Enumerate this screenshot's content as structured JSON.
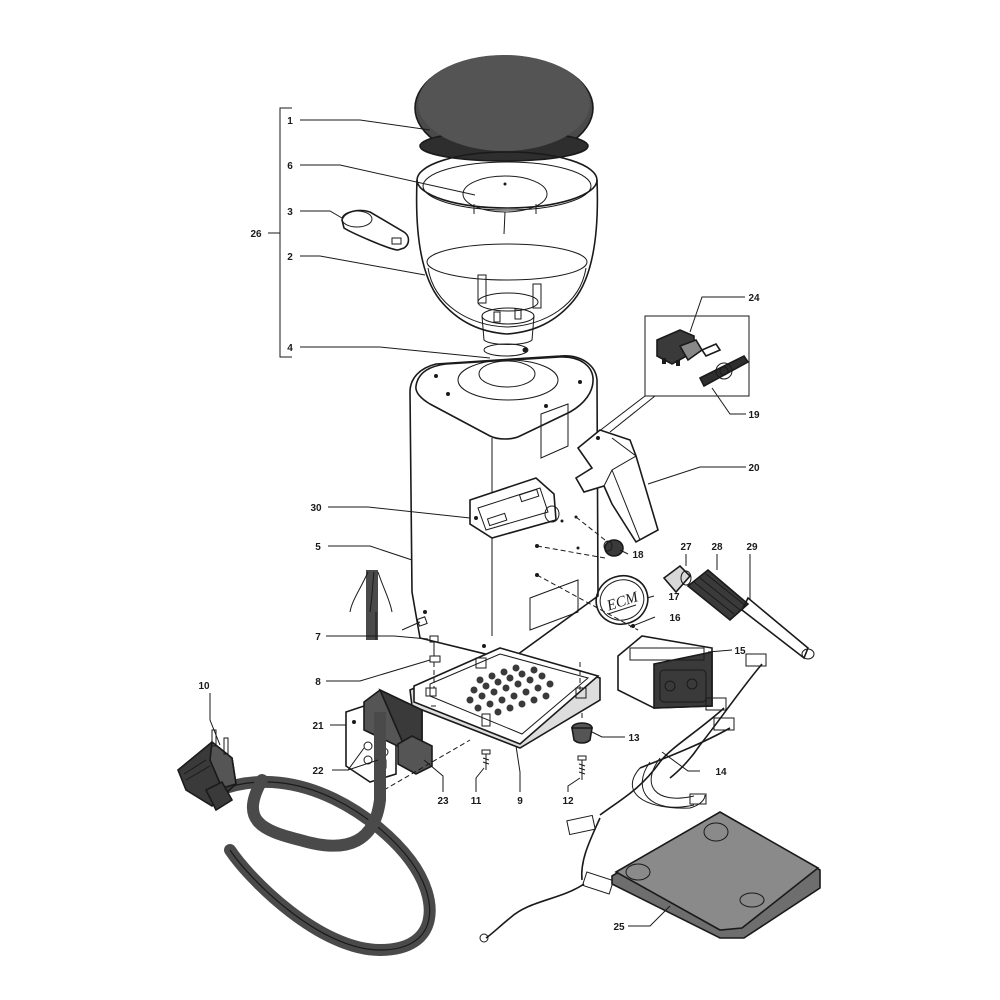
{
  "brand_logo_text": "ECM",
  "callouts": [
    {
      "id": "1",
      "text": "1"
    },
    {
      "id": "2",
      "text": "2"
    },
    {
      "id": "3",
      "text": "3"
    },
    {
      "id": "4",
      "text": "4"
    },
    {
      "id": "5",
      "text": "5"
    },
    {
      "id": "6",
      "text": "6"
    },
    {
      "id": "7",
      "text": "7"
    },
    {
      "id": "8",
      "text": "8"
    },
    {
      "id": "9",
      "text": "9"
    },
    {
      "id": "10",
      "text": "10"
    },
    {
      "id": "11",
      "text": "11"
    },
    {
      "id": "12",
      "text": "12"
    },
    {
      "id": "13",
      "text": "13"
    },
    {
      "id": "14",
      "text": "14"
    },
    {
      "id": "15",
      "text": "15"
    },
    {
      "id": "16",
      "text": "16"
    },
    {
      "id": "17",
      "text": "17"
    },
    {
      "id": "18",
      "text": "18"
    },
    {
      "id": "19",
      "text": "19"
    },
    {
      "id": "20",
      "text": "20"
    },
    {
      "id": "21",
      "text": "21"
    },
    {
      "id": "22",
      "text": "22"
    },
    {
      "id": "23",
      "text": "23"
    },
    {
      "id": "24",
      "text": "24"
    },
    {
      "id": "25",
      "text": "25"
    },
    {
      "id": "26",
      "text": "26"
    },
    {
      "id": "27",
      "text": "27"
    },
    {
      "id": "28",
      "text": "28"
    },
    {
      "id": "29",
      "text": "29"
    },
    {
      "id": "30",
      "text": "30"
    }
  ],
  "colors": {
    "line": "#1a1a1a",
    "fill_dark": "#4a4a4a",
    "fill_mid": "#6e6e6e",
    "fill_light": "#d8d8d8",
    "fill_panel": "#f2f2f2",
    "background": "#ffffff"
  }
}
